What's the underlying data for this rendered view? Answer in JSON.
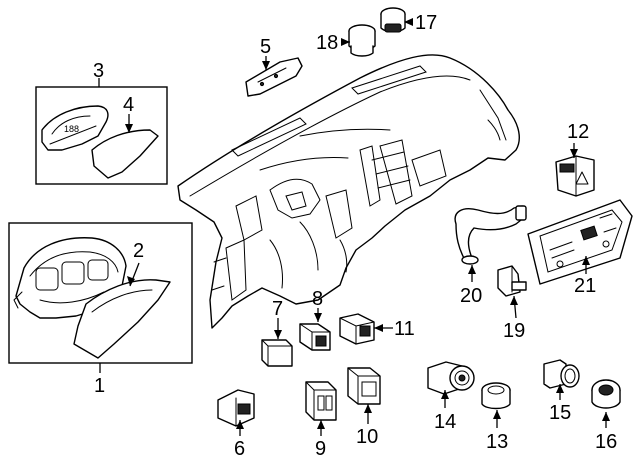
{
  "callouts": {
    "c1": "1",
    "c2": "2",
    "c3": "3",
    "c4": "4",
    "c5": "5",
    "c6": "6",
    "c7": "7",
    "c8": "8",
    "c9": "9",
    "c10": "10",
    "c11": "11",
    "c12": "12",
    "c13": "13",
    "c14": "14",
    "c15": "15",
    "c16": "16",
    "c17": "17",
    "c18": "18",
    "c19": "19",
    "c20": "20",
    "c21": "21"
  },
  "cluster_display": {
    "digits": "188"
  },
  "colors": {
    "line": "#000000",
    "background": "#ffffff"
  }
}
